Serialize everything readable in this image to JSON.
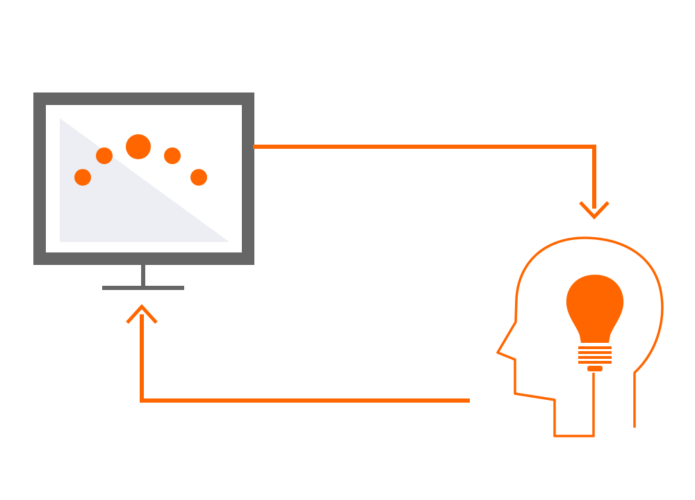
{
  "diagram": {
    "nodes": [
      {
        "id": "monitor",
        "icon": "monitor-icon"
      },
      {
        "id": "person",
        "icon": "head-with-lightbulb-icon"
      }
    ],
    "edges": [
      {
        "from": "monitor",
        "to": "person",
        "style": "arrow"
      },
      {
        "from": "person",
        "to": "monitor",
        "style": "arrow"
      }
    ],
    "screen_content": {
      "icon": "scatter-dots-icon",
      "dot_count": 5
    }
  },
  "colors": {
    "accent": "#ff6600",
    "monitor_frame": "#666666",
    "screen_fill": "#eceef3",
    "background": "#ffffff"
  }
}
